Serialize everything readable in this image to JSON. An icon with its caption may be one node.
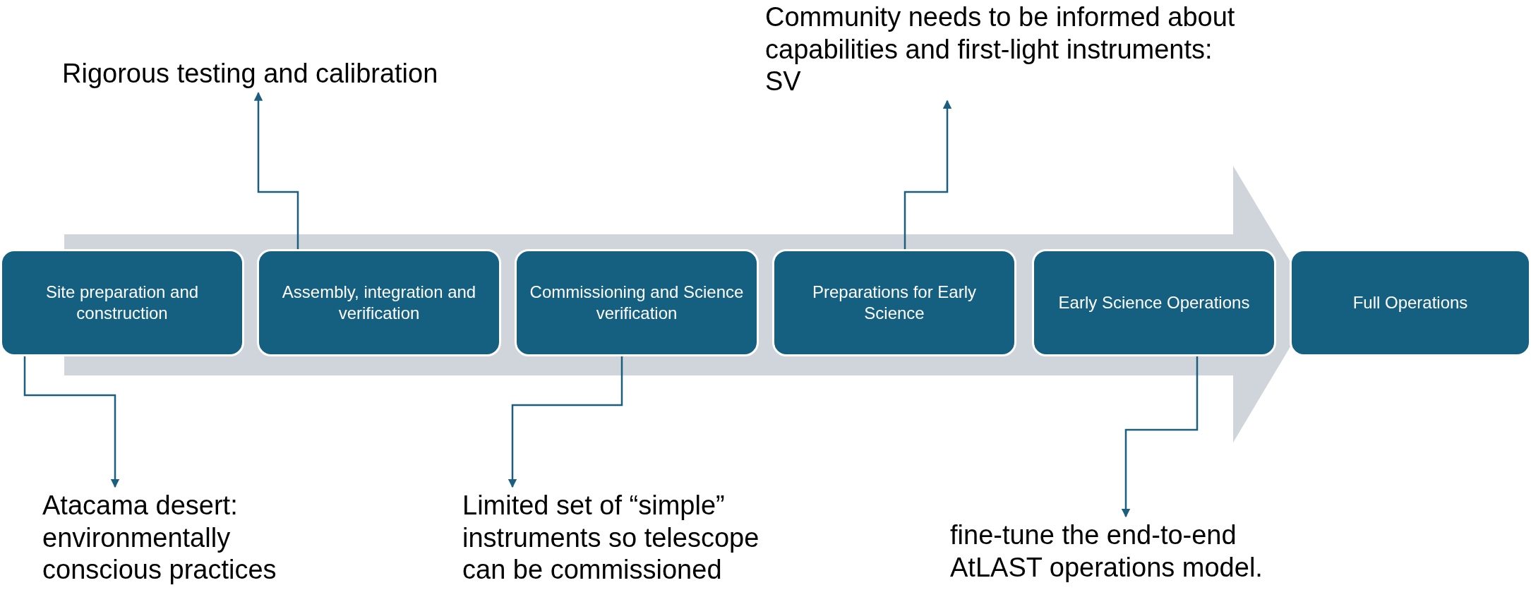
{
  "diagram": {
    "nodes": [
      {
        "text": [
          "Site preparation and construction"
        ]
      },
      {
        "text": [
          "Assembly, integration and verification"
        ]
      },
      {
        "text": [
          "Commissioning and Science verification"
        ]
      },
      {
        "text": [
          "Preparations for Early Science"
        ]
      },
      {
        "text": [
          "Early Science Operations"
        ]
      },
      {
        "text": [
          "Full Operations"
        ]
      },
      {
        "text": [
          "Rigorous testing and calibration"
        ]
      },
      {
        "text": [
          "Community needs to be informed about capabilities and first-light instruments: SV"
        ]
      },
      {
        "text": [
          "Atacama desert: environmentally conscious practices"
        ]
      },
      {
        "text": [
          "Limited set of “simple” instruments so telescope can be commissioned"
        ]
      },
      {
        "text": [
          "fine-tune the end-to-end AtLAST operations model."
        ]
      }
    ],
    "edges": [
      {
        "from": 1,
        "to": 6,
        "arrow": "to"
      },
      {
        "from": 3,
        "to": 7,
        "arrow": "to"
      },
      {
        "from": 0,
        "to": 8,
        "arrow": "to"
      },
      {
        "from": 2,
        "to": 9,
        "arrow": "to"
      },
      {
        "from": 4,
        "to": 10,
        "arrow": "to"
      }
    ]
  }
}
